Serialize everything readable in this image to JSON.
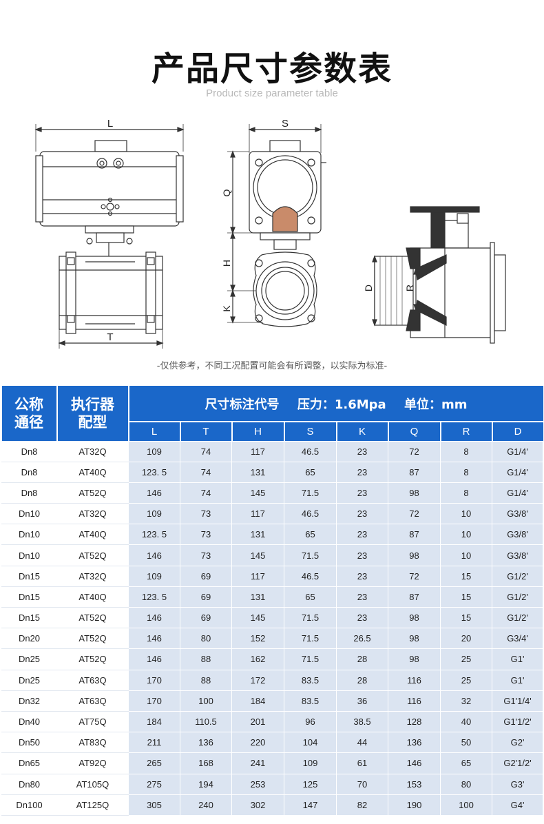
{
  "header": {
    "title": "产品尺寸参数表",
    "subtitle": "Product size parameter table"
  },
  "drawing_labels": {
    "front_width": "L",
    "front_body": "T",
    "side_width": "S",
    "side_actuator_height": "Q",
    "side_body_height": "H",
    "side_bottom": "K",
    "section_port": "D",
    "section_bore": "R"
  },
  "note": "-仅供参考，不同工况配置可能会有所调整，以实际为标准-",
  "table": {
    "head_nominal": "公称\n通径",
    "head_actuator": "执行器\n配型",
    "spec_parts": [
      "尺寸标注代号",
      "压力：1.6Mpa",
      "单位：mm"
    ],
    "columns": [
      "L",
      "T",
      "H",
      "S",
      "K",
      "Q",
      "R",
      "D"
    ],
    "rows": [
      [
        "Dn8",
        "AT32Q",
        "109",
        "74",
        "117",
        "46.5",
        "23",
        "72",
        "8",
        "G1/4'"
      ],
      [
        "Dn8",
        "AT40Q",
        "123. 5",
        "74",
        "131",
        "65",
        "23",
        "87",
        "8",
        "G1/4'"
      ],
      [
        "Dn8",
        "AT52Q",
        "146",
        "74",
        "145",
        "71.5",
        "23",
        "98",
        "8",
        "G1/4'"
      ],
      [
        "Dn10",
        "AT32Q",
        "109",
        "73",
        "117",
        "46.5",
        "23",
        "72",
        "10",
        "G3/8'"
      ],
      [
        "Dn10",
        "AT40Q",
        "123. 5",
        "73",
        "131",
        "65",
        "23",
        "87",
        "10",
        "G3/8'"
      ],
      [
        "Dn10",
        "AT52Q",
        "146",
        "73",
        "145",
        "71.5",
        "23",
        "98",
        "10",
        "G3/8'"
      ],
      [
        "Dn15",
        "AT32Q",
        "109",
        "69",
        "117",
        "46.5",
        "23",
        "72",
        "15",
        "G1/2'"
      ],
      [
        "Dn15",
        "AT40Q",
        "123. 5",
        "69",
        "131",
        "65",
        "23",
        "87",
        "15",
        "G1/2'"
      ],
      [
        "Dn15",
        "AT52Q",
        "146",
        "69",
        "145",
        "71.5",
        "23",
        "98",
        "15",
        "G1/2'"
      ],
      [
        "Dn20",
        "AT52Q",
        "146",
        "80",
        "152",
        "71.5",
        "26.5",
        "98",
        "20",
        "G3/4'"
      ],
      [
        "Dn25",
        "AT52Q",
        "146",
        "88",
        "162",
        "71.5",
        "28",
        "98",
        "25",
        "G1'"
      ],
      [
        "Dn25",
        "AT63Q",
        "170",
        "88",
        "172",
        "83.5",
        "28",
        "116",
        "25",
        "G1'"
      ],
      [
        "Dn32",
        "AT63Q",
        "170",
        "100",
        "184",
        "83.5",
        "36",
        "116",
        "32",
        "G1'1/4'"
      ],
      [
        "Dn40",
        "AT75Q",
        "184",
        "110.5",
        "201",
        "96",
        "38.5",
        "128",
        "40",
        "G1'1/2'"
      ],
      [
        "Dn50",
        "AT83Q",
        "211",
        "136",
        "220",
        "104",
        "44",
        "136",
        "50",
        "G2'"
      ],
      [
        "Dn65",
        "AT92Q",
        "265",
        "168",
        "241",
        "109",
        "61",
        "146",
        "65",
        "G2'1/2'"
      ],
      [
        "Dn80",
        "AT105Q",
        "275",
        "194",
        "253",
        "125",
        "70",
        "153",
        "80",
        "G3'"
      ],
      [
        "Dn100",
        "AT125Q",
        "305",
        "240",
        "302",
        "147",
        "82",
        "190",
        "100",
        "G4'"
      ]
    ]
  }
}
